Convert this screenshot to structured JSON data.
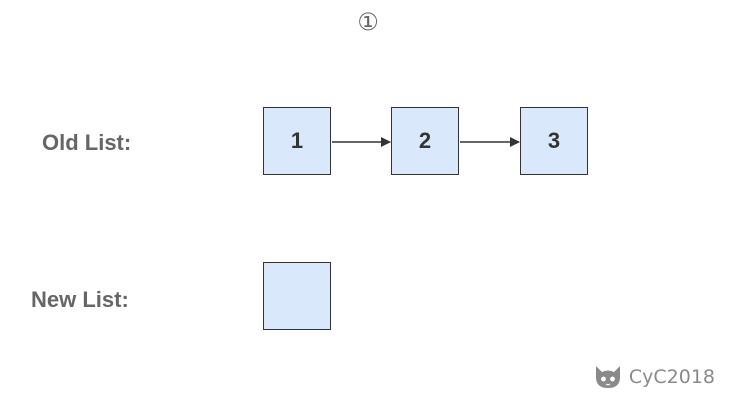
{
  "step_marker": "①",
  "old_list": {
    "label": "Old List:",
    "nodes": [
      "1",
      "2",
      "3"
    ]
  },
  "new_list": {
    "label": "New List:",
    "nodes": [
      ""
    ]
  },
  "watermark": {
    "text": "CyC2018",
    "icon": "github-octocat-icon"
  },
  "colors": {
    "node_fill": "#dae8fc",
    "node_border": "#333333",
    "label_text": "#666666",
    "arrow": "#333333"
  }
}
